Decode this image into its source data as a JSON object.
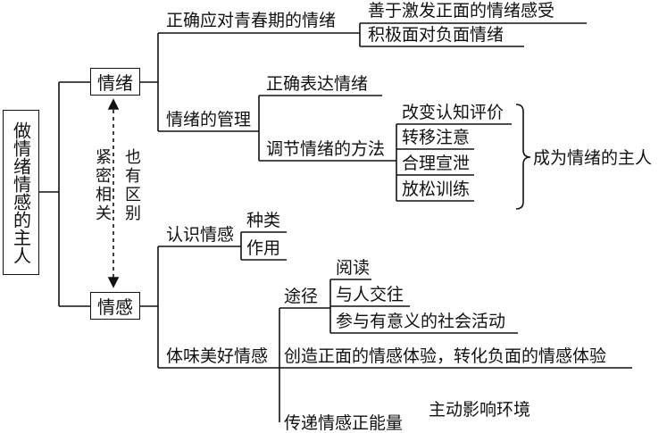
{
  "root": {
    "label": "做情绪情感的主人"
  },
  "qingxu": {
    "label": "情绪",
    "branch1": {
      "label": "正确应对青春期的情绪",
      "items": [
        "善于激发正面的情绪感受",
        "积极面对负面情绪"
      ]
    },
    "branch2": {
      "label": "情绪的管理",
      "express": "正确表达情绪",
      "methods_label": "调节情绪的方法",
      "methods": [
        "改变认知评价",
        "转移注意",
        "合理宣泄",
        "放松训练"
      ],
      "goal": "成为情绪的主人"
    }
  },
  "relation": {
    "left": "紧密相关",
    "right": "也有区别"
  },
  "qinggan": {
    "label": "情感",
    "know": {
      "label": "认识情感",
      "items": [
        "种类",
        "作用"
      ]
    },
    "experience": {
      "label": "体味美好情感",
      "way_label": "途径",
      "ways": [
        "阅读",
        "与人交往",
        "参与有意义的社会活动"
      ],
      "create": "创造正面的情感体验，转化负面的情感体验",
      "pass_label": "传递情感正能量",
      "pass_items": [
        "主动影响环境"
      ]
    }
  }
}
